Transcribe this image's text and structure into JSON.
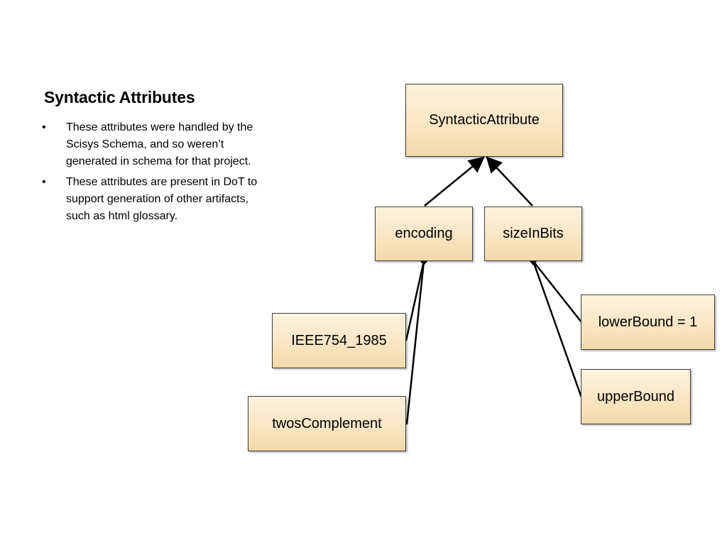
{
  "slide": {
    "title": "Syntactic Attributes",
    "bullets": [
      {
        "mark": "•",
        "text": "These attributes were handled by the Scisys Schema, and so weren’t generated in schema for that project."
      },
      {
        "mark": "•",
        "text": "These attributes are present in DoT to support generation of other artifacts, such as html glossary."
      }
    ]
  },
  "diagram": {
    "nodes": {
      "root": "SyntacticAttribute",
      "encoding": "encoding",
      "size_in_bits": "sizeInBits",
      "ieee": "IEEE754_1985",
      "twos": "twosComplement",
      "lower": "lowerBound = 1",
      "upper": "upperBound"
    },
    "colors": {
      "box_top": "#fdf3df",
      "box_bottom": "#f4d9a8",
      "border": "#3a3a3a",
      "connector": "#000000"
    }
  }
}
